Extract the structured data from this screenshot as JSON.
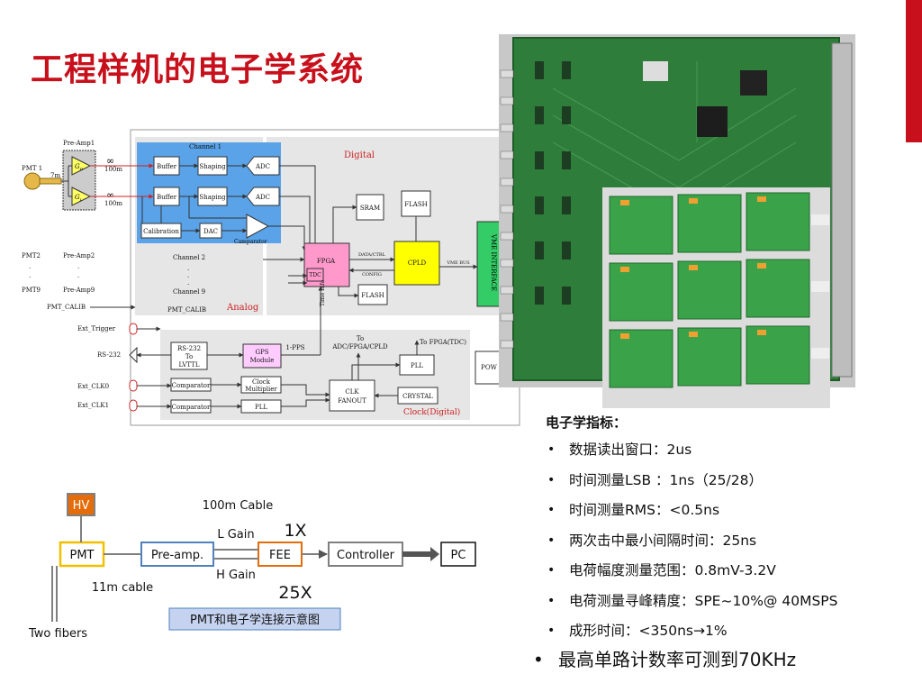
{
  "title": "工程样机的电子学系统",
  "colors": {
    "accent": "#c8101c",
    "channel_blue": "#5aa3e8",
    "fpga_pink": "#ff99cc",
    "cpld_yellow": "#ffff00",
    "gps_pink": "#ffccff",
    "vme_green": "#33cc66",
    "fee_border": "#e46c0a",
    "hv_fill": "#e46c0a",
    "preamp_border": "#4f81bd",
    "caption_fill": "#c5d3f0"
  },
  "block_diagram": {
    "preamp1": "Pre-Amp1",
    "pmt1": "PMT 1",
    "cable_7m": "7m",
    "gain_h": "G",
    "gain_h_sub": "H",
    "gain_l": "G",
    "gain_l_sub": "L",
    "cable_100m_a": "100m",
    "cable_100m_b": "100m",
    "channel1": "Channel 1",
    "buffer1": "Buffer",
    "buffer2": "Buffer",
    "shaping1": "Shaping",
    "shaping2": "Shaping",
    "adc1": "ADC",
    "adc2": "ADC",
    "calibration": "Calibration",
    "dac": "DAC",
    "comparator": "Camparator",
    "digital": "Digital",
    "sram": "SRAM",
    "flash_top": "FLASH",
    "flash_bottom": "FLASH",
    "fpga": "FPGA",
    "tdc": "TDC",
    "cpld": "CPLD",
    "data_ctrl": "DATA/CTRL",
    "config": "CONFIG",
    "vme_bus": "VME BUS",
    "vme_interface": "VME INTERFACE",
    "pmt2": "PMT2",
    "pmt9": "PMT9",
    "preamp2": "Pre-Amp2",
    "preamp9": "Pre-Amp9",
    "channel2": "Channel 2",
    "channel9": "Channel 9",
    "pmt_calib_left": "PMT_CALIB",
    "pmt_calib_inner": "PMT_CALIB",
    "analog": "Analog",
    "dots": ".",
    "ext_trigger": "Ext_Trigger",
    "rs232": "RS-232",
    "rs232_to_lvttl_1": "RS-232",
    "rs232_to_lvttl_2": "To",
    "rs232_to_lvttl_3": "LVTTL",
    "gps_1": "GPS",
    "gps_2": "Module",
    "pps": "1-PPS",
    "time_info": "Time Info",
    "to_adc_1": "To",
    "to_adc_2": "ADC/FPGA/CPLD",
    "to_fpga_tdc": "To FPGA(TDC)",
    "pll_top": "PLL",
    "pow": "POW",
    "ext_clk0": "Ext_CLK0",
    "ext_clk1": "Ext_CLK1",
    "comparator_a": "Comparator",
    "comparator_b": "Comparator",
    "clock_mult_1": "Clock",
    "clock_mult_2": "Multiplier",
    "pll_bottom": "PLL",
    "clk_fanout_1": "CLK",
    "clk_fanout_2": "FANOUT",
    "crystal": "CRYSTAL",
    "clock_digital": "Clock(Digital)"
  },
  "connection_diagram": {
    "hv": "HV",
    "cable_100m": "100m Cable",
    "l_gain": "L Gain",
    "gain_1x": "1X",
    "pmt": "PMT",
    "preamp": "Pre-amp.",
    "fee": "FEE",
    "controller": "Controller",
    "pc": "PC",
    "h_gain": "H Gain",
    "cable_11m": "11m cable",
    "gain_25x": "25X",
    "caption": "PMT和电子学连接示意图",
    "two_fibers": "Two fibers"
  },
  "specs": {
    "heading": "电子学指标：",
    "items": [
      "数据读出窗口：2us",
      "时间测量LSB ：1ns（25/28）",
      "时间测量RMS：<0.5ns",
      "两次击中最小间隔时间：25ns",
      "电荷幅度测量范围：0.8mV-3.2V",
      "电荷测量寻峰精度：SPE~10%@ 40MSPS",
      "成形时间：<350ns→1%"
    ],
    "last": "最高单路计数率可测到70KHz"
  }
}
